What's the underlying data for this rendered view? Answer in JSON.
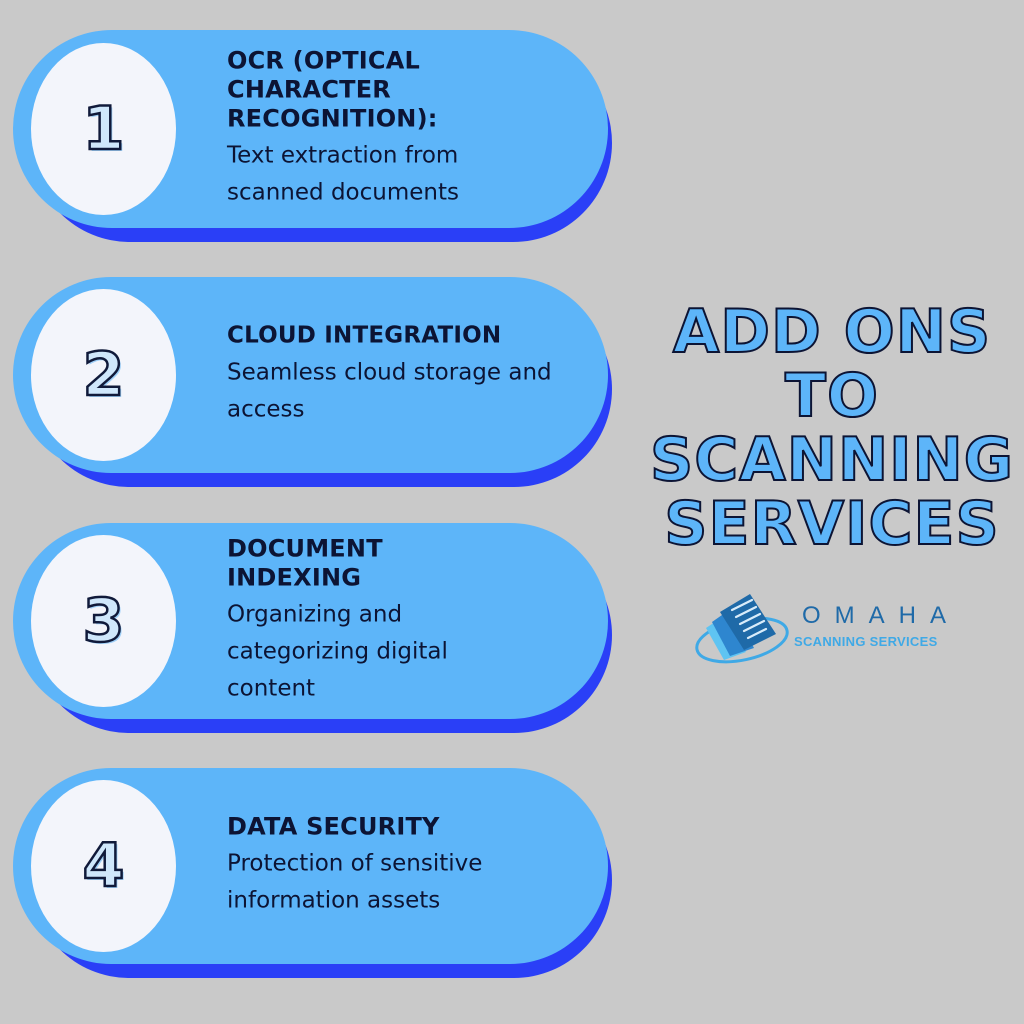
{
  "headline": {
    "lines": [
      "ADD ONS",
      "TO",
      "SCANNING",
      "SERVICES"
    ]
  },
  "logo": {
    "name": "OMAHA",
    "subtitle": "SCANNING SERVICES",
    "icon": "scanner-document-icon"
  },
  "items": [
    {
      "number": "1",
      "title": "OCR (OPTICAL CHARACTER RECOGNITION):",
      "description": "Text extraction from scanned documents"
    },
    {
      "number": "2",
      "title": "CLOUD INTEGRATION",
      "description": "Seamless cloud storage and access"
    },
    {
      "number": "3",
      "title": "DOCUMENT INDEXING",
      "description": "Organizing and categorizing digital content"
    },
    {
      "number": "4",
      "title": "DATA SECURITY",
      "description": "Protection of sensitive information assets"
    }
  ],
  "colors": {
    "background": "#c9c9c9",
    "card": "#5db5f9",
    "card_shadow": "#2a3ff7",
    "circle": "#f3f5fb",
    "text_dark": "#0c1434",
    "logo_dark": "#1f6aa8",
    "logo_light": "#3fa9e6"
  }
}
